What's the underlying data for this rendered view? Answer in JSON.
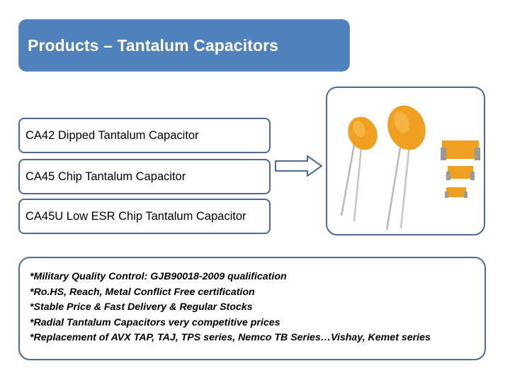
{
  "title": "Products – Tantalum Capacitors",
  "products": [
    {
      "label": "CA42 Dipped Tantalum Capacitor"
    },
    {
      "label": "CA45 Chip Tantalum Capacitor"
    },
    {
      "label": "CA45U Low ESR Chip Tantalum Capacitor"
    }
  ],
  "features": [
    "*Military Quality Control: GJB90018-2009 qualification",
    "*Ro.HS, Reach, Metal Conflict Free certification",
    "*Stable Price & Fast Delivery & Regular Stocks",
    "*Radial Tantalum Capacitors very competitive prices",
    "*Replacement of AVX TAP, TAJ, TPS series, Nemco TB Series…Vishay, Kemet series"
  ],
  "colors": {
    "title_bg": "#4f81bd",
    "border": "#4f6a94",
    "capacitor": "#f0a020"
  },
  "image": {
    "icon": "tantalum-capacitors-photo"
  },
  "arrow": {
    "icon": "arrow-right-icon"
  }
}
